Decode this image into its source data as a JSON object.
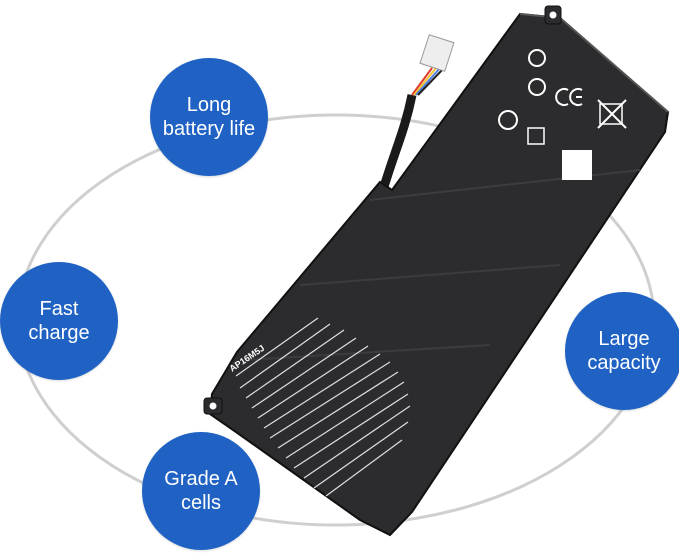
{
  "colors": {
    "bubble": "#1f62c4",
    "orbit": "#c9c9c9",
    "battery": "#2b2b2d"
  },
  "battery": {
    "model": "AP16M5J"
  },
  "features": [
    {
      "label": "Long battery life",
      "icon": "battery-life"
    },
    {
      "label": "Fast charge",
      "icon": "charging"
    },
    {
      "label": "Grade A cells",
      "icon": "cells"
    },
    {
      "label": "Large capacity",
      "icon": "capacity"
    }
  ]
}
